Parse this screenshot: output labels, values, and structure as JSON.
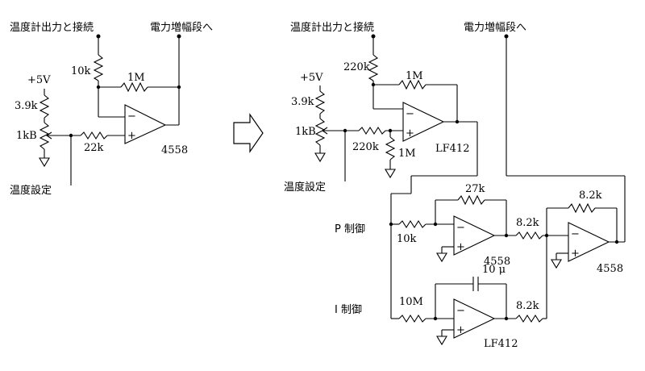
{
  "left_circuit": {
    "label_temp_out": "温度計出力と接続",
    "label_power_amp": "電力増幅段へ",
    "label_vcc": "+5V",
    "r_upper": "3.9k",
    "pot": "1kB",
    "label_temp_set": "温度設定",
    "r_feedback_top": "10k",
    "r_feedback": "1M",
    "r_input": "22k",
    "opamp": "4558"
  },
  "right_circuit": {
    "label_temp_out": "温度計出力と接続",
    "label_power_amp": "電力増幅段へ",
    "label_vcc": "+5V",
    "r_upper": "3.9k",
    "pot": "1kB",
    "label_temp_set": "温度設定",
    "r_top": "220k",
    "r_feedback": "1M",
    "r_input": "220k",
    "r_ground": "1M",
    "opamp_main": "LF412",
    "p_label": "P 制御",
    "p_r_in": "10k",
    "p_r_fb": "27k",
    "p_opamp": "4558",
    "p_r_out": "8.2k",
    "i_label": "I 制御",
    "i_r_in": "10M",
    "i_cap": "10 μ",
    "i_opamp": "LF412",
    "i_r_out": "8.2k",
    "sum_r_fb": "8.2k",
    "sum_opamp": "4558"
  }
}
